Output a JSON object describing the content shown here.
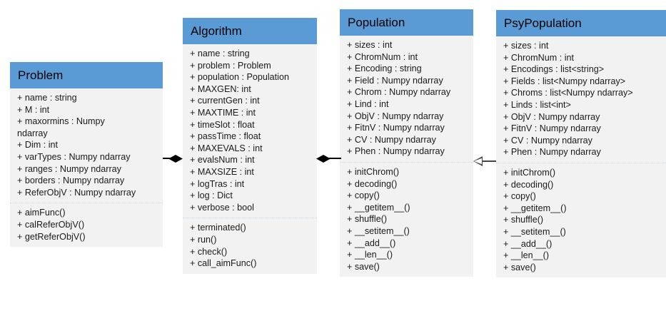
{
  "diagram": {
    "type": "uml-class-diagram",
    "classes": [
      {
        "id": "problem",
        "name": "Problem",
        "attributes": [
          "+ name : string",
          "+ M : int",
          "+ maxormins : Numpy\nndarray",
          "+ Dim : int",
          "+ varTypes : Numpy ndarray",
          "+ ranges : Numpy ndarray",
          "+ borders : Numpy ndarray",
          "+ ReferObjV : Numpy ndarray"
        ],
        "methods": [
          "+ aimFunc()",
          "+ calReferObjV()",
          "+ getReferObjV()"
        ]
      },
      {
        "id": "algorithm",
        "name": "Algorithm",
        "attributes": [
          "+ name : string",
          "+ problem : Problem",
          "+ population : Population",
          "+ MAXGEN: int",
          "+ currentGen : int",
          "+ MAXTIME : int",
          "+ timeSlot : float",
          "+ passTime : float",
          "+ MAXEVALS : int",
          "+ evalsNum : int",
          "+ MAXSIZE : int",
          "+ logTras : int",
          "+ log : Dict",
          "+ verbose : bool"
        ],
        "methods": [
          "+ terminated()",
          "+ run()",
          "+ check()",
          "+ call_aimFunc()"
        ]
      },
      {
        "id": "population",
        "name": "Population",
        "attributes": [
          "+ sizes : int",
          "+ ChromNum : int",
          "+ Encoding : string",
          "+ Field : Numpy ndarray",
          "+ Chrom : Numpy ndarray",
          "+ Lind : int",
          "+ ObjV : Numpy ndarray",
          "+ FitnV : Numpy ndarray",
          "+ CV : Numpy ndarray",
          "+ Phen : Numpy ndarray"
        ],
        "methods": [
          "+ initChrom()",
          "+ decoding()",
          "+ copy()",
          "+ __getitem__()",
          "+ shuffle()",
          "+ __setitem__()",
          "+ __add__()",
          "+ __len__()",
          "+ save()"
        ]
      },
      {
        "id": "psypopulation",
        "name": "PsyPopulation",
        "attributes": [
          "+ sizes : int",
          "+ ChromNum : int",
          "+ Encodings : list<string>",
          "+ Fields : list<Numpy ndarray>",
          "+ Chroms : list<Numpy ndarray>",
          "+ Linds : list<int>",
          "+ ObjV : Numpy ndarray",
          "+ FitnV : Numpy ndarray",
          "+ CV : Numpy ndarray",
          "+ Phen : Numpy ndarray"
        ],
        "methods": [
          "+ initChrom()",
          "+ decoding()",
          "+ copy()",
          "+ __getitem__()",
          "+ shuffle()",
          "+ __setitem__()",
          "+ __add__()",
          "+ __len__()",
          "+ save()"
        ]
      }
    ],
    "relationships": [
      {
        "id": "algorithm-problem",
        "kind": "composition",
        "from": "algorithm",
        "to": "problem",
        "marker": "filled-diamond"
      },
      {
        "id": "algorithm-population",
        "kind": "composition",
        "from": "algorithm",
        "to": "population",
        "marker": "filled-diamond"
      },
      {
        "id": "psypopulation-population",
        "kind": "generalization",
        "from": "psypopulation",
        "to": "population",
        "marker": "hollow-triangle"
      }
    ],
    "colors": {
      "header": "#5B9BD5",
      "body": "#F2F2F2",
      "separator": "#C6D9EC",
      "text": "#1A1A1A",
      "connector": "#000000",
      "generalization": "#444444"
    }
  }
}
